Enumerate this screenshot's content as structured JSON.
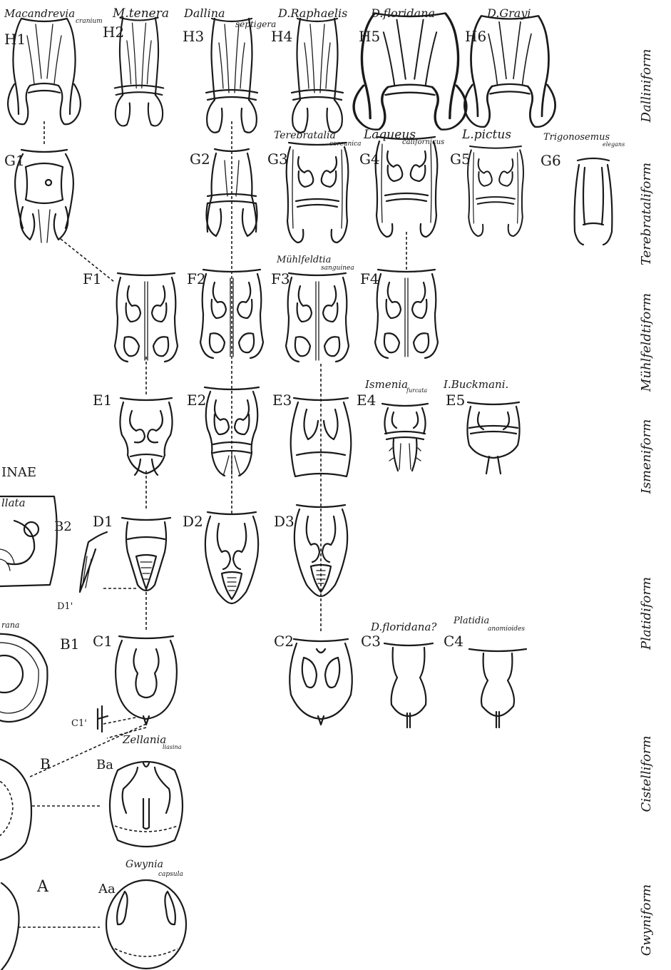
{
  "row_labels": {
    "H": [
      "H1",
      "H2",
      "H3",
      "H4",
      "H5",
      "H6"
    ],
    "G": [
      "G1",
      "G2",
      "G3",
      "G4",
      "G5",
      "G6"
    ],
    "F": [
      "F1",
      "F2",
      "F3",
      "F4"
    ],
    "E": [
      "E1",
      "E2",
      "E3",
      "E4",
      "E5"
    ],
    "D": [
      "D1",
      "D2",
      "D3",
      "D1'"
    ],
    "C": [
      "C1",
      "C2",
      "C3",
      "C4",
      "C1'"
    ],
    "B": [
      "B",
      "Ba",
      "B1",
      "B2"
    ],
    "A": [
      "A",
      "Aa"
    ]
  },
  "species": {
    "h1_genus": "Macandrevia",
    "h1_species": "cranium",
    "h2": "M.tenera",
    "h3_genus": "Dallina",
    "h3_species": "septigera",
    "h4": "D.Raphaelis",
    "h5": "D.floridana",
    "h6": "D.Grayi",
    "g3_genus": "Terebratalia",
    "g3_species": "coreanica",
    "g4_genus": "Laqueus",
    "g4_species": "californicus",
    "g5": "L.pictus",
    "g6_genus": "Trigonosemus",
    "g6_species": "elegans",
    "f3_genus": "Mühlfeldtia",
    "f3_species": "sanguinea",
    "e4_genus": "Ismenia",
    "e4_species": "furcata",
    "e5": "I.Buckmani.",
    "c3": "D.floridana?",
    "c4_genus": "Platidia",
    "c4_species": "anomioides",
    "ba_genus": "Zellania",
    "ba_species": "liasina",
    "aa_genus": "Gwynia",
    "aa_species": "capsula",
    "b1_fragment": "rana",
    "b2_fragment": "llata",
    "left_fragment": "INAE"
  },
  "stages": [
    "Dalliniform",
    "Terebrataliform",
    "Mühlfeldtiform",
    "Ismeniform",
    "Platidiform",
    "Cistelliform",
    "Gwyniform"
  ]
}
